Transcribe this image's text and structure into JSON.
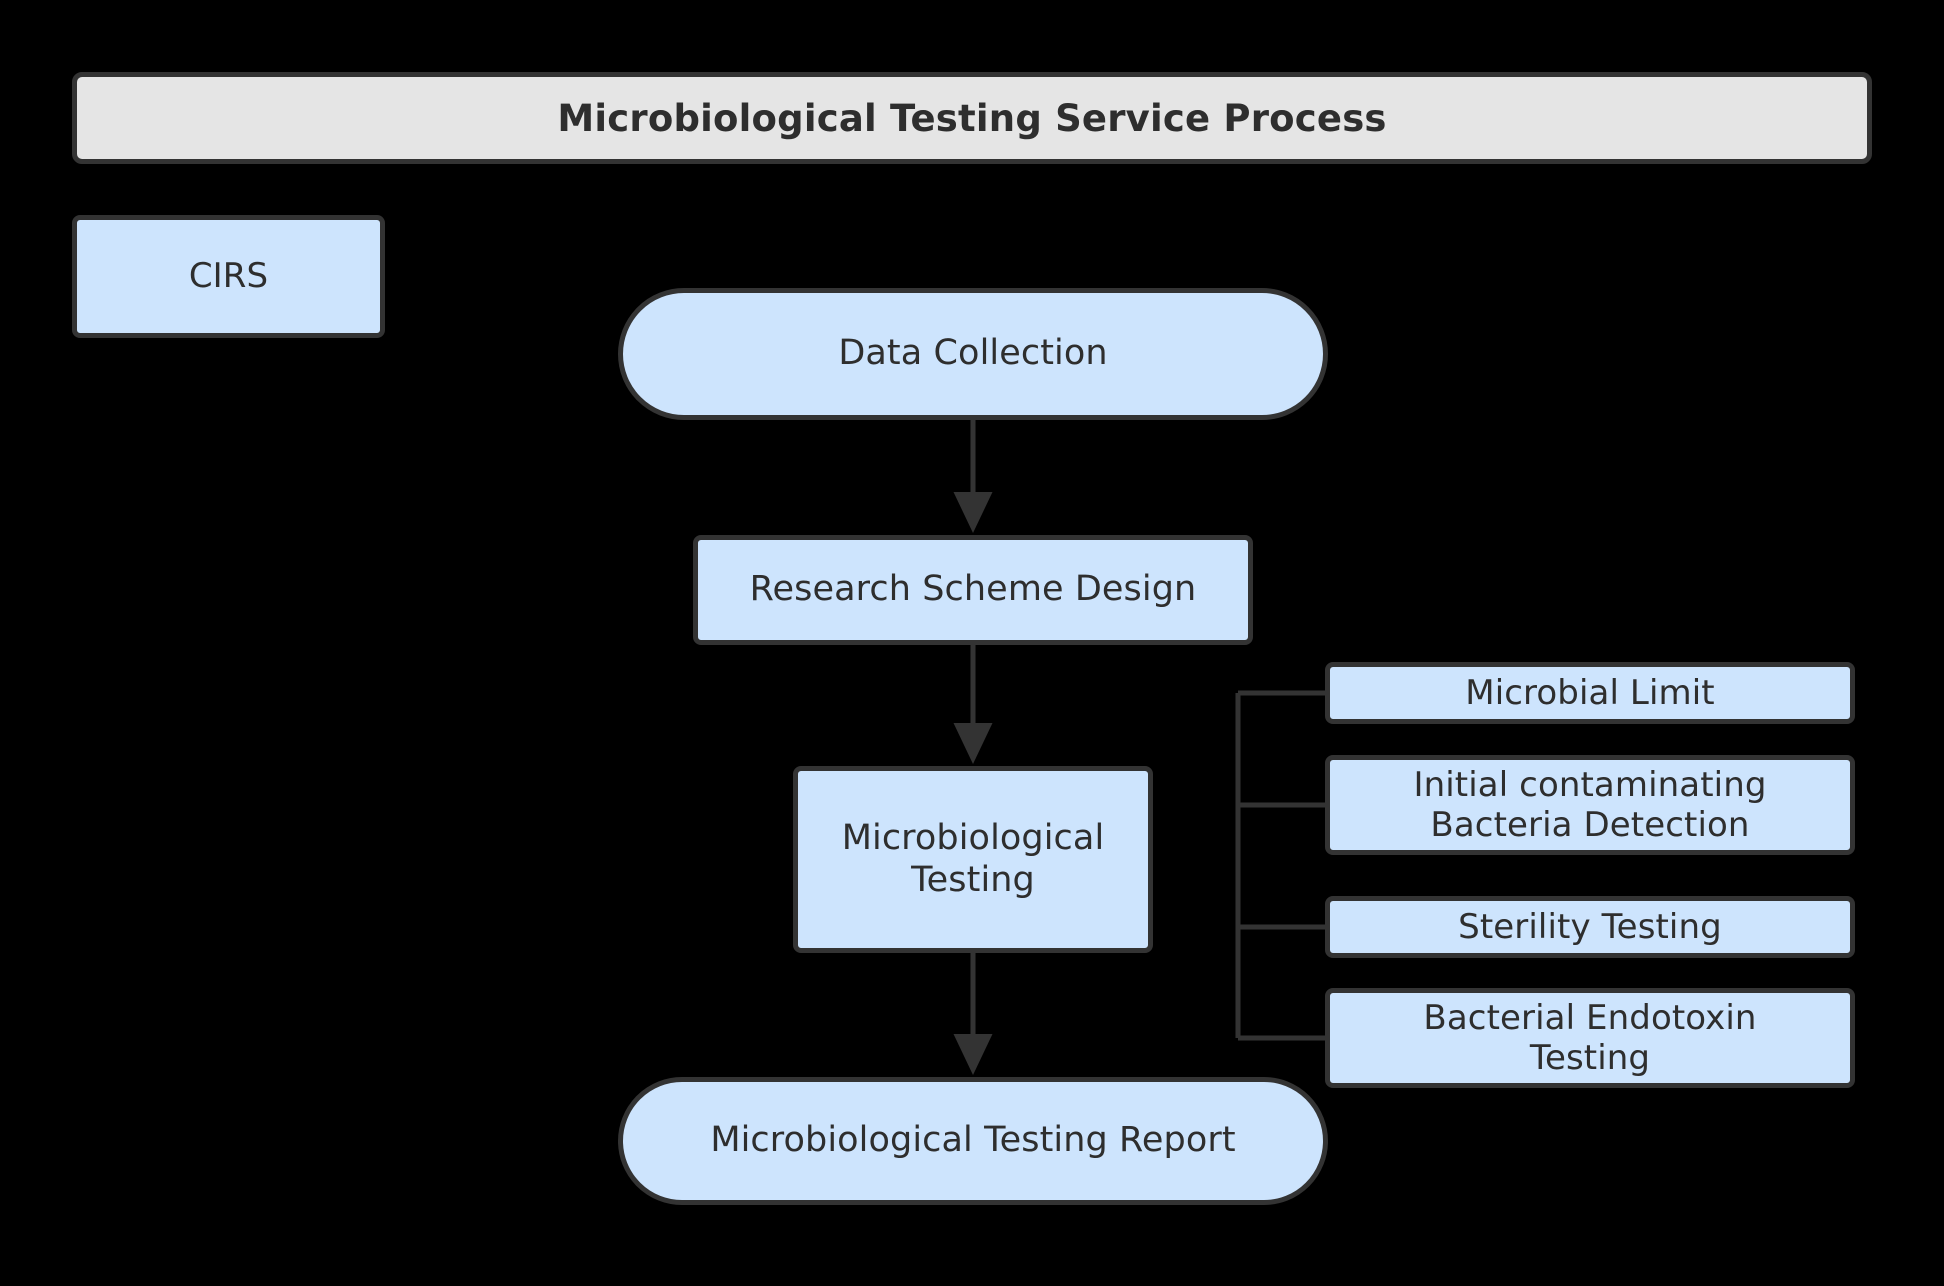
{
  "diagram": {
    "title": "Microbiological Testing Service Process",
    "background_color": "#000000",
    "title_bar_color": "#e5e5e5",
    "node_fill_color": "#cde4fd",
    "node_border_color": "#333333",
    "text_color": "#2e2e2e",
    "brand": {
      "label": "CIRS"
    },
    "flow": [
      {
        "id": "data-collection",
        "label": "Data Collection",
        "shape": "stadium"
      },
      {
        "id": "scheme-design",
        "label": "Research Scheme Design",
        "shape": "rect"
      },
      {
        "id": "micro-testing",
        "label": "Microbiological\nTesting",
        "shape": "rect"
      },
      {
        "id": "report",
        "label": "Microbiological Testing Report",
        "shape": "stadium"
      }
    ],
    "branches": {
      "parent": "micro-testing",
      "items": [
        {
          "id": "microbial-limit",
          "label": "Microbial Limit"
        },
        {
          "id": "initial-contaminating",
          "label": "Initial contaminating\nBacteria Detection"
        },
        {
          "id": "sterility-testing",
          "label": "Sterility Testing"
        },
        {
          "id": "bacterial-endotoxin",
          "label": "Bacterial Endotoxin\nTesting"
        }
      ]
    }
  }
}
